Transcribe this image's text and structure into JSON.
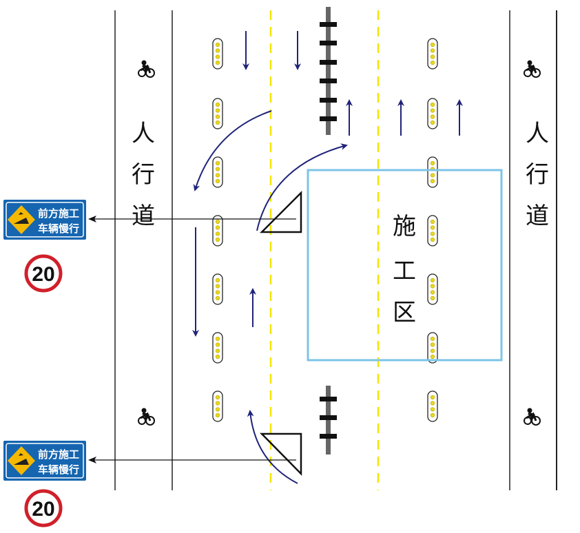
{
  "sidewalk_left": [
    "人",
    "行",
    "道"
  ],
  "sidewalk_right": [
    "人",
    "行",
    "道"
  ],
  "work_zone": [
    "施",
    "工",
    "区"
  ],
  "signs": [
    {
      "line1": "前方施工",
      "line2": "车辆慢行",
      "speed": "20"
    },
    {
      "line1": "前方施工",
      "line2": "车辆慢行",
      "speed": "20"
    }
  ],
  "colors": {
    "arrow": "#1f2378",
    "center_line": "#f2e600",
    "work_zone": "#7cc4e8",
    "sign_bg": "#1565b0",
    "speed_ring": "#d0202a"
  }
}
